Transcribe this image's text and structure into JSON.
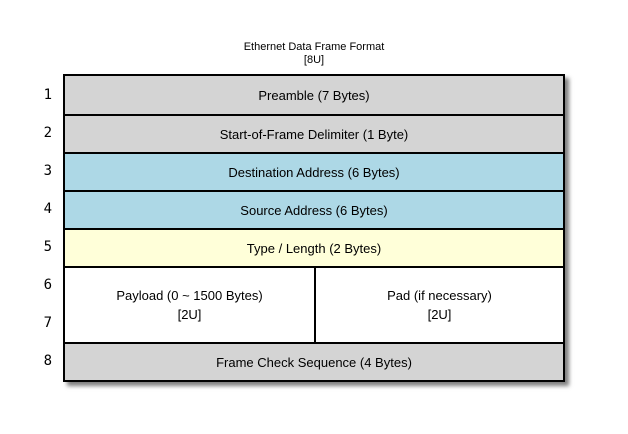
{
  "title": "Ethernet Data Frame Format",
  "subtitle": "[8U]",
  "colors": {
    "background": "#ffffff",
    "border": "#000000",
    "gray_fill": "#d4d4d4",
    "blue_fill": "#add8e6",
    "yellow_fill": "#ffffd9",
    "white_fill": "#ffffff",
    "shadow": "rgba(0,0,0,0.5)"
  },
  "table": {
    "rows": [
      {
        "number": "1",
        "label": "Preamble (7 Bytes)",
        "fill": "#d4d4d4"
      },
      {
        "number": "2",
        "label": "Start-of-Frame Delimiter (1 Byte)",
        "fill": "#d4d4d4"
      },
      {
        "number": "3",
        "label": "Destination Address (6 Bytes)",
        "fill": "#add8e6"
      },
      {
        "number": "4",
        "label": "Source Address (6 Bytes)",
        "fill": "#add8e6"
      },
      {
        "number": "5",
        "label": "Type / Length (2 Bytes)",
        "fill": "#ffffd9"
      },
      {
        "number": "6"
      },
      {
        "number": "7"
      },
      {
        "number": "8",
        "label": "Frame Check Sequence (4 Bytes)",
        "fill": "#d4d4d4"
      }
    ],
    "merged_rows_6_7": {
      "fill": "#ffffff",
      "cells": [
        {
          "line1": "Payload (0 ~ 1500 Bytes)",
          "line2": "[2U]"
        },
        {
          "line1": "Pad (if necessary)",
          "line2": "[2U]"
        }
      ]
    }
  }
}
